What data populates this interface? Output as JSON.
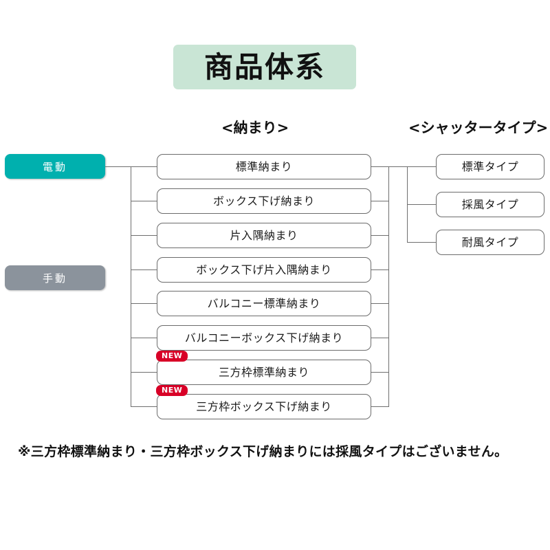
{
  "title": "商品体系",
  "colors": {
    "title_bg": "#c9e5d5",
    "electric_bg": "#00b0ae",
    "manual_bg": "#8b939c",
    "new_badge_bg": "#d80027",
    "box_border": "#6b6b6b",
    "line": "#6e6e6e",
    "text": "#1b1b1b"
  },
  "headers": {
    "osamari": "<納まり>",
    "shutter": "<シャッタータイプ>"
  },
  "drive_types": [
    {
      "label": "電動",
      "color": "#00b0ae"
    },
    {
      "label": "手動",
      "color": "#8b939c"
    }
  ],
  "osamari_items": [
    {
      "label": "標準納まり",
      "badge": ""
    },
    {
      "label": "ボックス下げ納まり",
      "badge": ""
    },
    {
      "label": "片入隅納まり",
      "badge": ""
    },
    {
      "label": "ボックス下げ片入隅納まり",
      "badge": ""
    },
    {
      "label": "バルコニー標準納まり",
      "badge": ""
    },
    {
      "label": "バルコニーボックス下げ納まり",
      "badge": ""
    },
    {
      "label": "三方枠標準納まり",
      "badge": "NEW"
    },
    {
      "label": "三方枠ボックス下げ納まり",
      "badge": "NEW"
    }
  ],
  "shutter_types": [
    {
      "label": "標準タイプ"
    },
    {
      "label": "採風タイプ"
    },
    {
      "label": "耐風タイプ"
    }
  ],
  "footnote": "※三方枠標準納まり・三方枠ボックス下げ納まりには採風タイプはございません。"
}
